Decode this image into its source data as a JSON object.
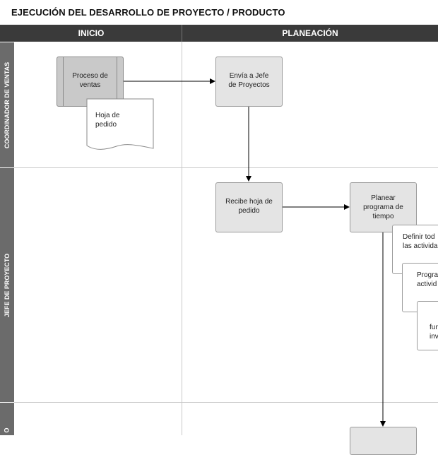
{
  "title": "EJECUCIÓN DEL DESARROLLO DE PROYECTO / PRODUCTO",
  "columns": [
    {
      "label": "INICIO"
    },
    {
      "label": "PLANEACIÓN"
    }
  ],
  "lanes": [
    {
      "label": "COORDINADOR DE VENTAS"
    },
    {
      "label": "JEFE DE PROYECTO"
    },
    {
      "label": "O"
    }
  ],
  "nodes": {
    "proceso_ventas": "Proceso de\nventas",
    "hoja_pedido": "Hoja de\npedido",
    "envia_jefe": "Envía a Jefe\nde Proyectos",
    "recibe_hoja": "Recibe hoja de\npedido",
    "planear": "Planear\nprograma de\ntiempo",
    "definir": "Definir tod\nlas activida",
    "programar": "Progra\nactivid",
    "funciones": "fun\ninv"
  }
}
